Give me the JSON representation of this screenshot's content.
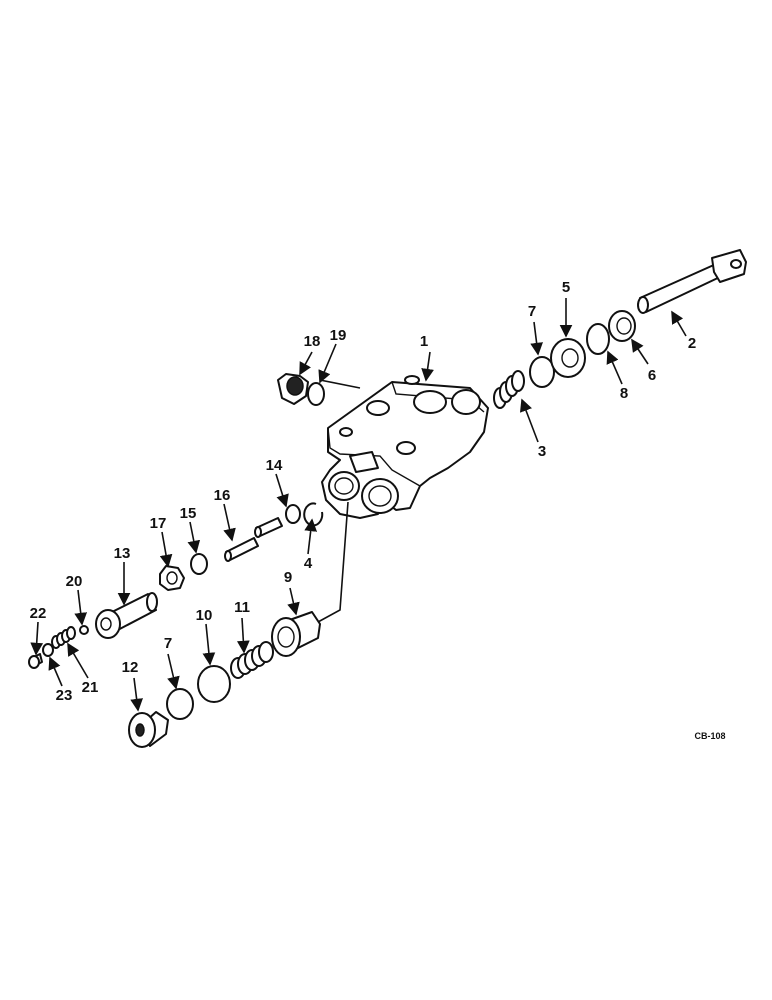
{
  "diagram": {
    "ref_code": "CB-108",
    "callouts": [
      "1",
      "2",
      "3",
      "4",
      "5",
      "6",
      "7",
      "7",
      "8",
      "9",
      "10",
      "11",
      "12",
      "13",
      "14",
      "15",
      "16",
      "17",
      "18",
      "19",
      "20",
      "21",
      "22",
      "23"
    ]
  }
}
